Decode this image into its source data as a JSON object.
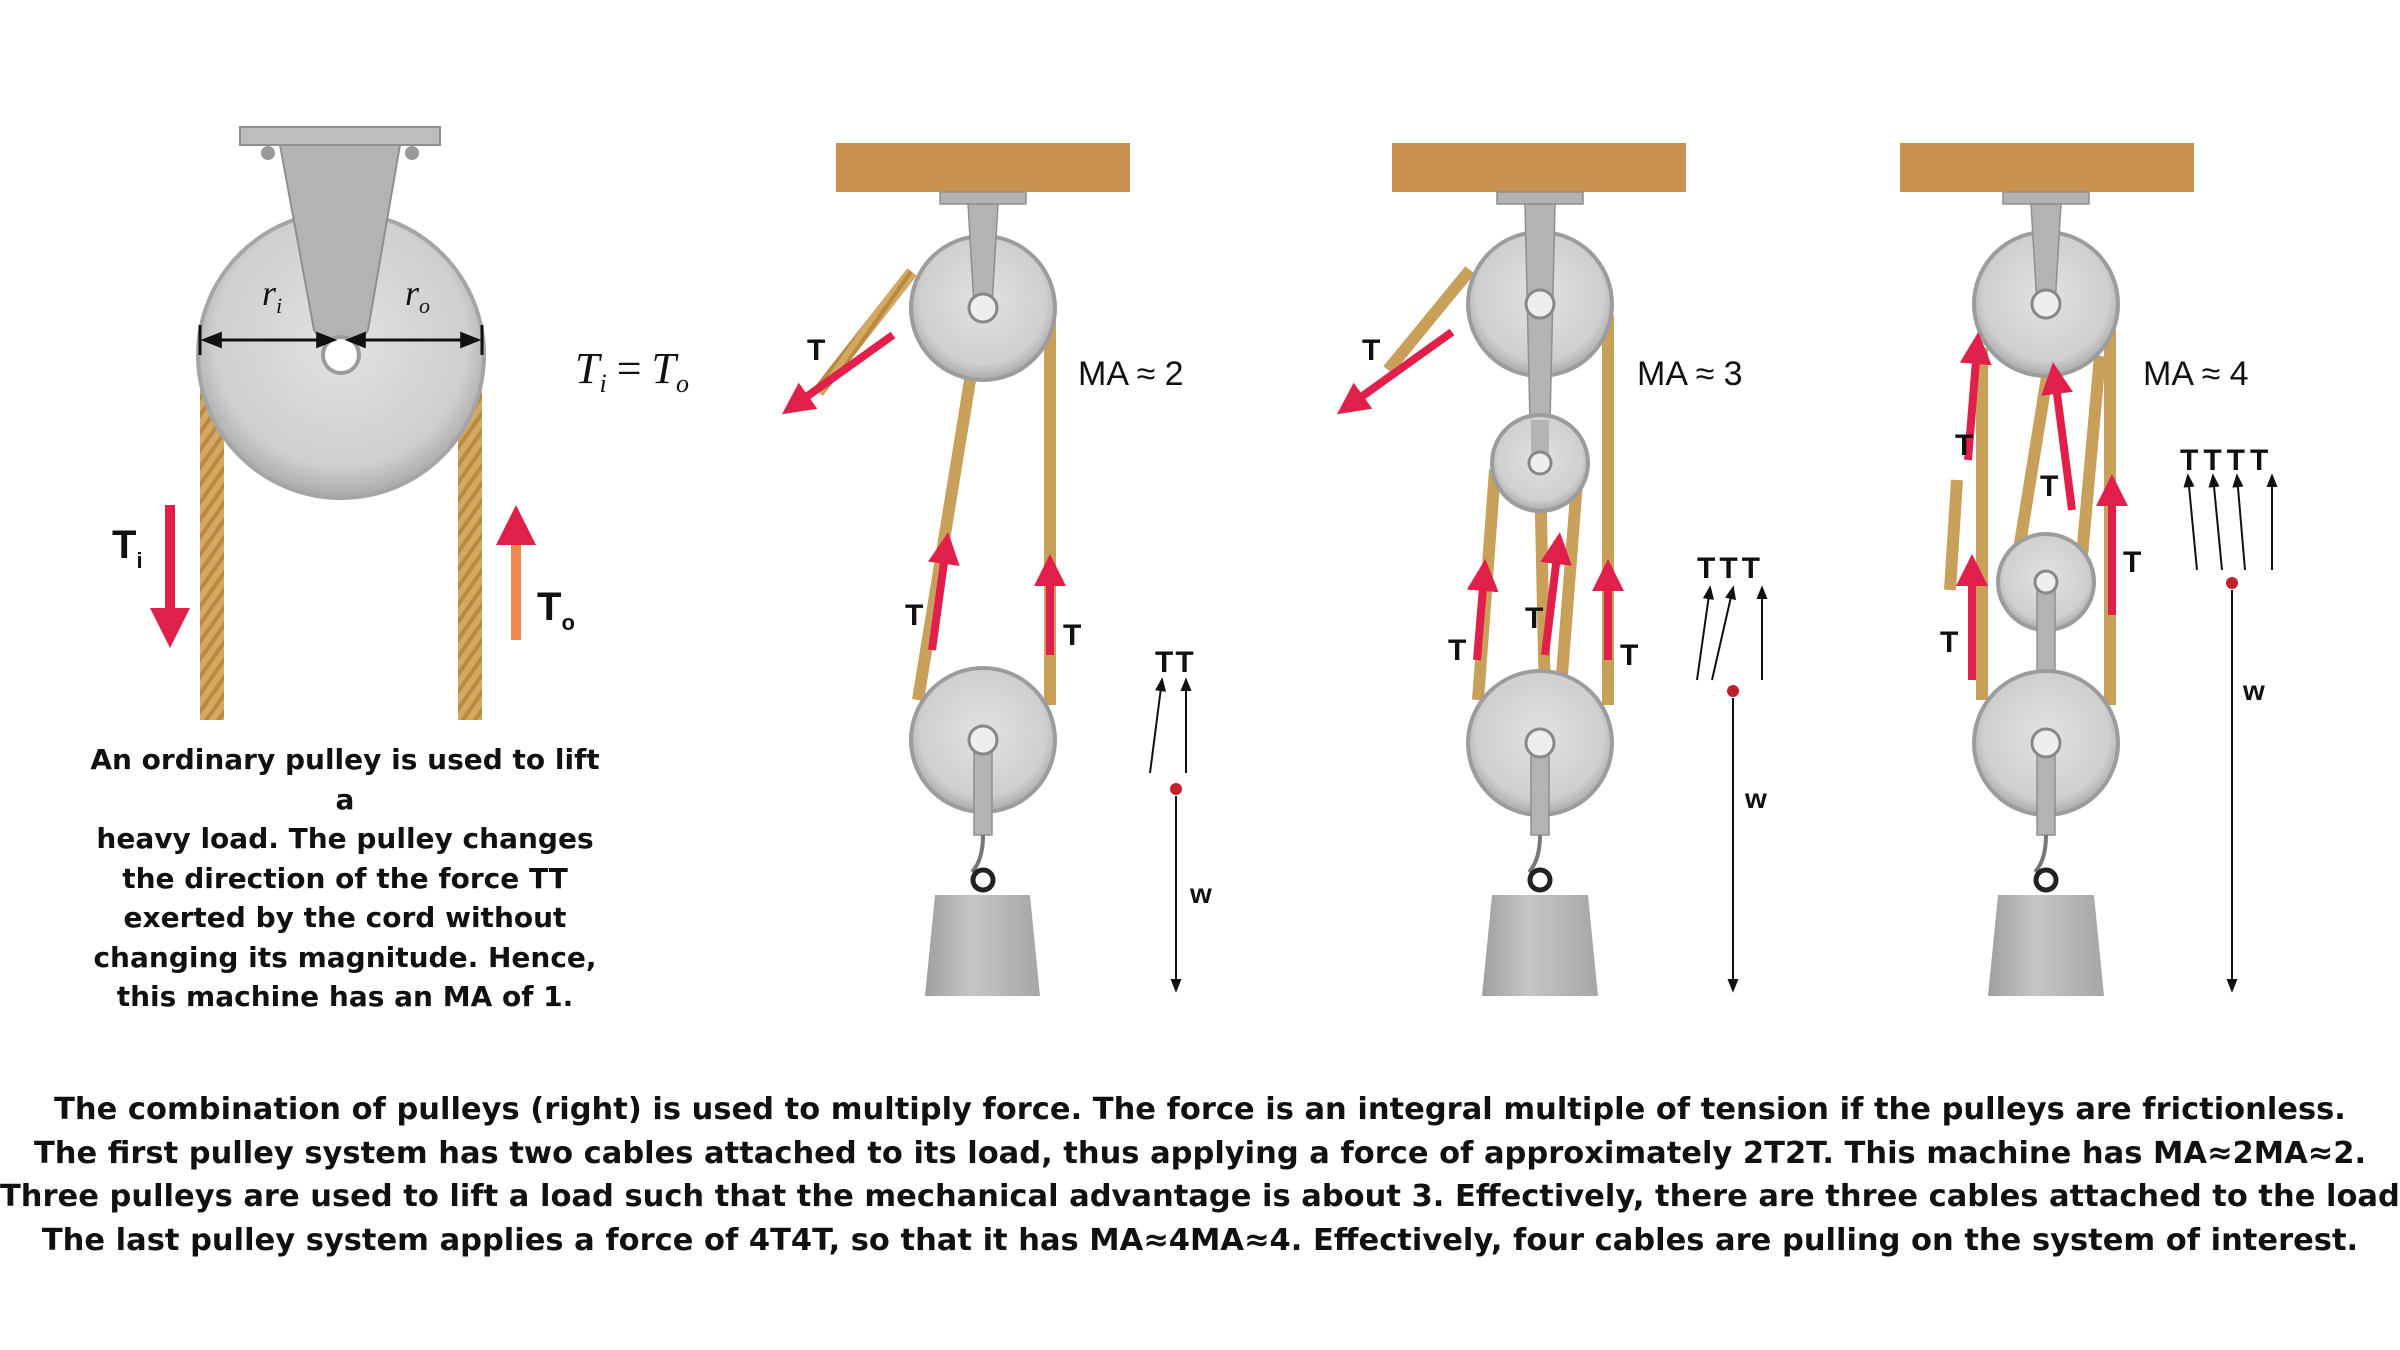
{
  "single_pulley": {
    "radius_in": "r",
    "radius_in_sub": "i",
    "radius_out": "r",
    "radius_out_sub": "o",
    "tension_in": "T",
    "tension_in_sub": "i",
    "tension_out": "T",
    "tension_out_sub": "o",
    "equation_lhs": "T",
    "equation_lhs_sub": "i",
    "equation_eq": "=",
    "equation_rhs": "T",
    "equation_rhs_sub": "o",
    "caption_lines": [
      "An ordinary pulley is used to lift a",
      "heavy load. The pulley changes",
      "the direction of the force TT",
      "exerted by the cord without",
      "changing its magnitude. Hence,",
      "this machine has an MA of 1."
    ]
  },
  "systems": [
    {
      "ma_label": "MA ≈ 2",
      "tension": "T",
      "vector_labels": "TT",
      "weight": "w"
    },
    {
      "ma_label": "MA ≈ 3",
      "tension": "T",
      "vector_labels": "TTT",
      "weight": "w"
    },
    {
      "ma_label": "MA ≈ 4",
      "tension": "T",
      "vector_labels": "TTTT",
      "weight": "w"
    }
  ],
  "bottom_caption": [
    "The combination of pulleys (right) is used to multiply force. The force is an integral multiple of tension if the pulleys are frictionless.",
    "The first pulley system has two cables attached to its load, thus applying a force of approximately 2T2T. This machine has MA≈2MA≈2.",
    "Three pulleys are used to lift a load such that the mechanical advantage is about 3. Effectively, there are three cables attached to the load.",
    "The last pulley system applies a force of 4T4T, so that it has MA≈4MA≈4. Effectively, four cables are pulling on the system of interest."
  ],
  "colors": {
    "ceiling": "#c8914f",
    "rope": "#d2a862",
    "pulley_rim": "#b9b9b9",
    "pulley_face": "#d3d3d3",
    "force_arrow": "#e0204a",
    "output_arrow": "#f0874d",
    "weight_block": "#b3b3b3",
    "dot": "#c0202a"
  }
}
